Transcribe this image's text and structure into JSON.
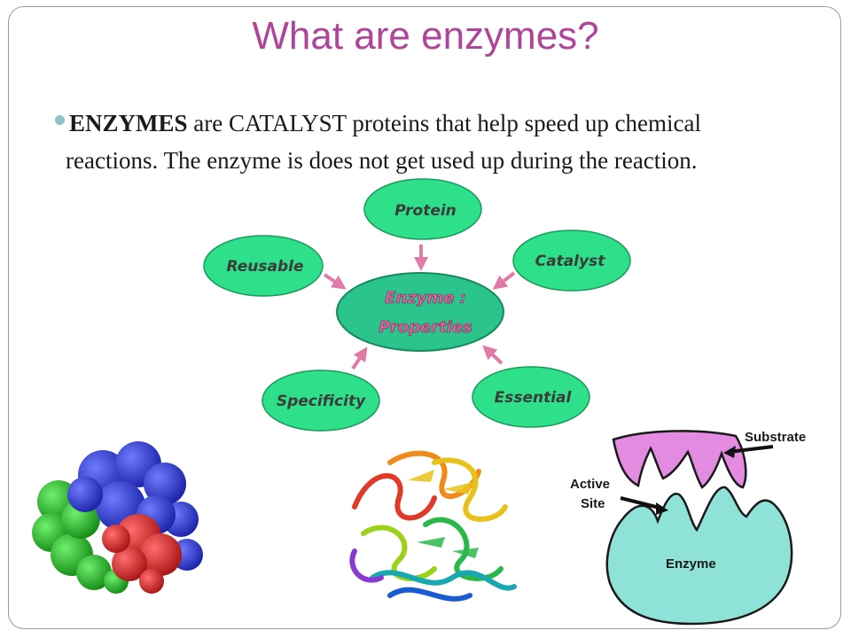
{
  "slide": {
    "title": "What are enzymes?",
    "bullet": {
      "emphasis": "ENZYMES",
      "rest_line1": " are CATALYST proteins that help speed up chemical",
      "line2": "reactions.  The enzyme is does not get used up during the reaction."
    }
  },
  "diagram": {
    "center_line1": "Enzyme :",
    "center_line2": "Properties",
    "nodes": {
      "protein": "Protein",
      "catalyst": "Catalyst",
      "reusable": "Reusable",
      "specificity": "Specificity",
      "essential": "Essential"
    },
    "colors": {
      "node_fill": "#2fe08a",
      "center_fill": "#2cc48d",
      "arrow": "#e27aa7",
      "center_text": "#e85fa3"
    }
  },
  "illustration": {
    "substrate": "Substrate",
    "active": "Active",
    "site": "Site",
    "enzyme": "Enzyme",
    "colors": {
      "substrate": "#e38be0",
      "enzyme": "#8ee2d8"
    }
  }
}
